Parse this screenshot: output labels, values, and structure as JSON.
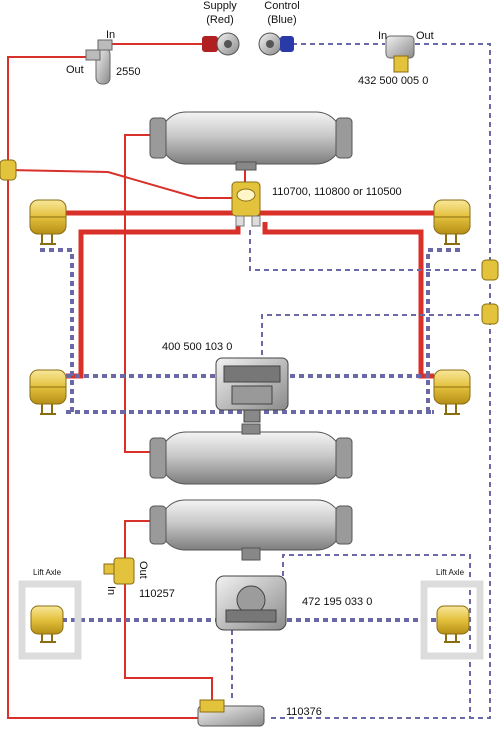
{
  "labels": {
    "supply": "Supply",
    "supply_color": "(Red)",
    "control": "Control",
    "control_color": "(Blue)",
    "valve_in": "In",
    "valve_out": "Out",
    "part_2550": "2550",
    "filter_in": "In",
    "filter_out": "Out",
    "part_432": "432 500 005 0",
    "part_110700": "110700, 110800 or 110500",
    "part_400": "400 500 103 0",
    "part_110257": "110257",
    "part_110257_out": "Out",
    "part_110257_in": "In",
    "part_472": "472 195 033 0",
    "lift_axle_left": "Lift Axle",
    "lift_axle_right": "Lift Axle",
    "part_110376": "110376"
  },
  "colors": {
    "supply_line": "#d9302a",
    "control_line": "#6b68a8",
    "tank_body": "#c8c8c8",
    "air_bag": "#e8c84a",
    "valve_brass": "#e3c33c",
    "lift_axle_frame": "#dcdcdc"
  }
}
